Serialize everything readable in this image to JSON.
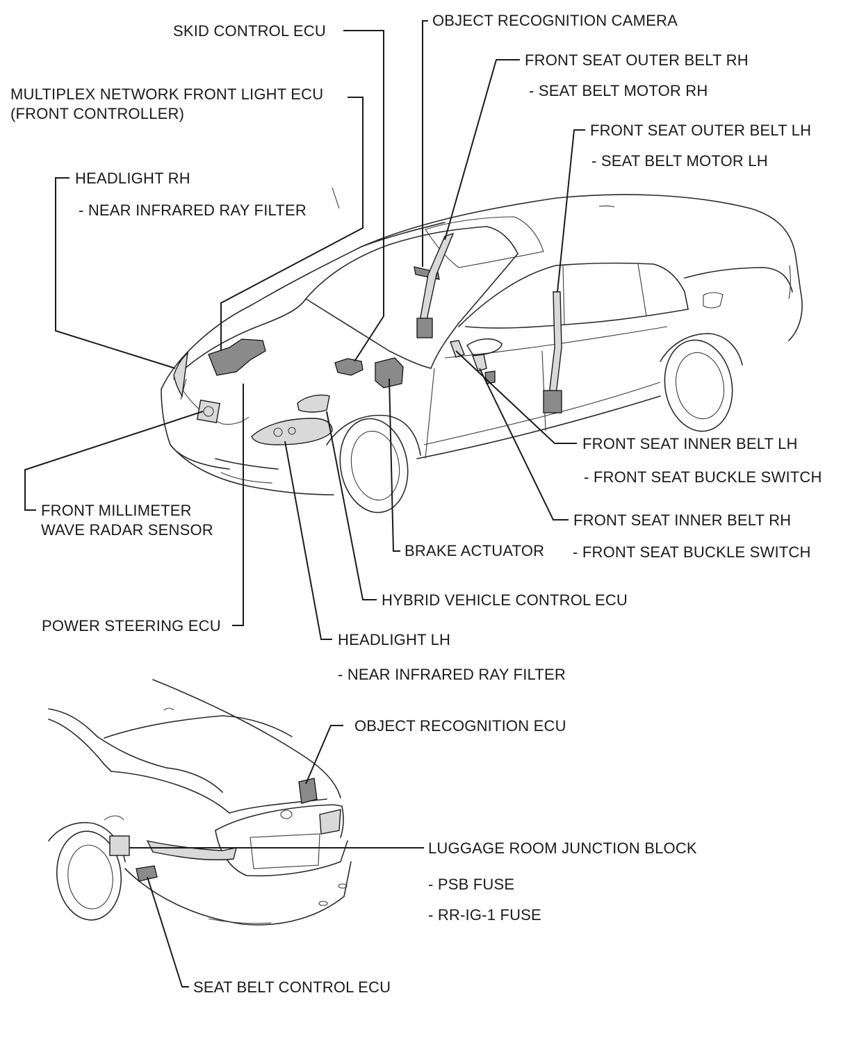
{
  "labels": {
    "skid_control_ecu": "SKID CONTROL ECU",
    "object_recognition_camera": "OBJECT RECOGNITION CAMERA",
    "front_seat_outer_belt_rh": "FRONT SEAT OUTER BELT RH",
    "seat_belt_motor_rh": "- SEAT BELT MOTOR RH",
    "multiplex_line1": "MULTIPLEX NETWORK FRONT LIGHT ECU",
    "multiplex_line2": "(FRONT CONTROLLER)",
    "front_seat_outer_belt_lh": "FRONT SEAT OUTER BELT LH",
    "seat_belt_motor_lh": "- SEAT BELT MOTOR LH",
    "headlight_rh": "HEADLIGHT RH",
    "near_infrared_rh": "- NEAR INFRARED RAY FILTER",
    "front_seat_inner_belt_lh": "FRONT SEAT INNER BELT LH",
    "buckle_switch_lh": "- FRONT SEAT BUCKLE SWITCH",
    "radar_line1": "FRONT MILLIMETER",
    "radar_line2": "WAVE RADAR SENSOR",
    "front_seat_inner_belt_rh": "FRONT SEAT INNER BELT RH",
    "brake_actuator": "BRAKE ACTUATOR",
    "buckle_switch_rh": "- FRONT SEAT BUCKLE SWITCH",
    "hybrid_vehicle_control_ecu": "HYBRID VEHICLE CONTROL ECU",
    "power_steering_ecu": "POWER STEERING ECU",
    "headlight_lh": "HEADLIGHT LH",
    "near_infrared_lh": "- NEAR INFRARED RAY FILTER",
    "object_recognition_ecu": "OBJECT RECOGNITION ECU",
    "luggage_room_junction_block": "LUGGAGE ROOM JUNCTION BLOCK",
    "psb_fuse": "- PSB FUSE",
    "rr_ig1_fuse": "- RR-IG-1 FUSE",
    "seat_belt_control_ecu": "SEAT BELT CONTROL ECU"
  }
}
